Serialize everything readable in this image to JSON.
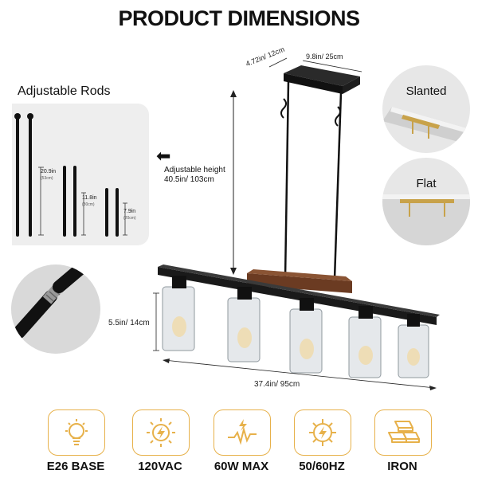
{
  "title": "PRODUCT DIMENSIONS",
  "rods": {
    "title": "Adjustable Rods",
    "items": [
      {
        "length": "20.9in",
        "metric": "(53cm)"
      },
      {
        "length": "11.8in",
        "metric": "(30cm)"
      },
      {
        "length": "7.9in",
        "metric": "(20cm)"
      }
    ]
  },
  "height": {
    "label_line1": "Adjustable height",
    "label_line2": "40.5in/ 103cm"
  },
  "canopy": {
    "depth": "4.72in/ 12cm",
    "width": "9.8in/ 25cm"
  },
  "fixture": {
    "height": "5.5in/ 14cm",
    "length": "37.4in/ 95cm"
  },
  "mounts": [
    {
      "label": "Slanted"
    },
    {
      "label": "Flat"
    }
  ],
  "features": [
    {
      "icon": "bulb-icon",
      "label": "E26 BASE"
    },
    {
      "icon": "sun-bolt-icon",
      "label": "120VAC"
    },
    {
      "icon": "bolt-wave-icon",
      "label": "60W MAX"
    },
    {
      "icon": "gear-bolt-icon",
      "label": "50/60HZ"
    },
    {
      "icon": "iron-bars-icon",
      "label": "IRON"
    }
  ],
  "colors": {
    "accent": "#e7b14a",
    "panel": "#eeeeee",
    "metal": "#1a1a1a",
    "wood": "#6b3b22"
  }
}
